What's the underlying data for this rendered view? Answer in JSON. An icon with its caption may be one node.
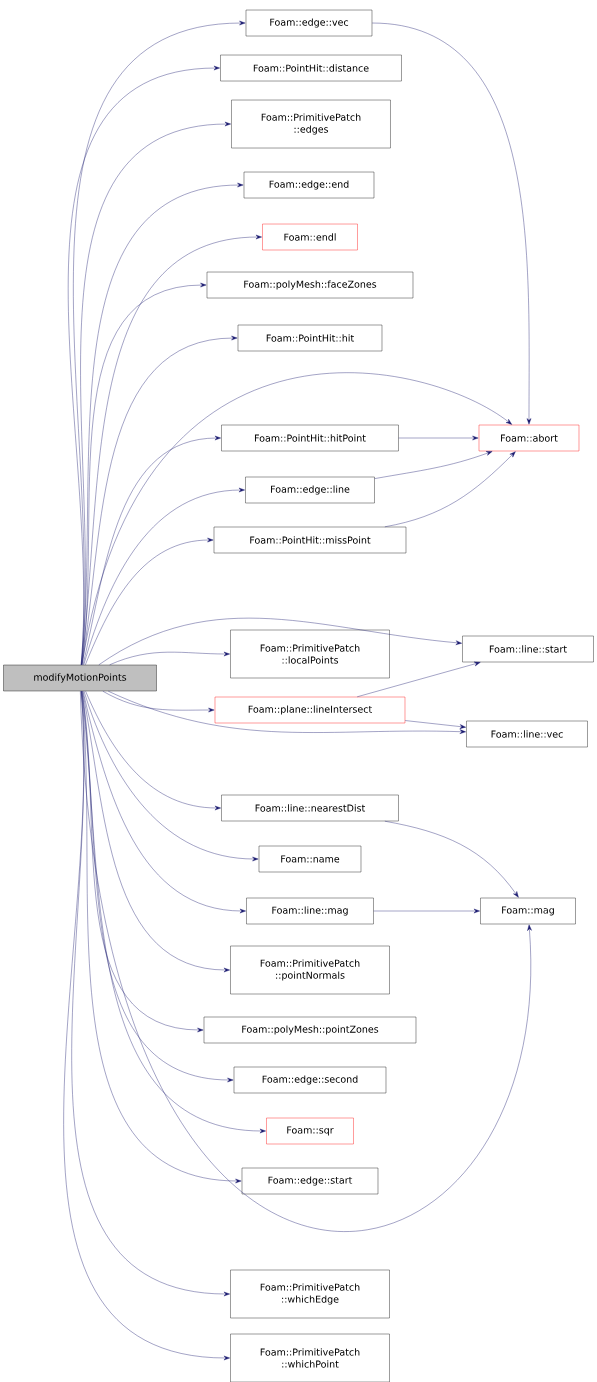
{
  "diagram": {
    "nodes": [
      {
        "text": [
          "modifyMotionPoints"
        ]
      },
      {
        "text": [
          "Foam::edge::vec"
        ]
      },
      {
        "text": [
          "Foam::PointHit::distance"
        ]
      },
      {
        "text": [
          "Foam::PrimitivePatch ::edges"
        ]
      },
      {
        "text": [
          "Foam::edge::end"
        ]
      },
      {
        "text": [
          "Foam::endl"
        ]
      },
      {
        "text": [
          "Foam::polyMesh::faceZones"
        ]
      },
      {
        "text": [
          "Foam::PointHit::hit"
        ]
      },
      {
        "text": [
          "Foam::PointHit::hitPoint"
        ]
      },
      {
        "text": [
          "Foam::abort"
        ]
      },
      {
        "text": [
          "Foam::edge::line"
        ]
      },
      {
        "text": [
          "Foam::PointHit::missPoint"
        ]
      },
      {
        "text": [
          "Foam::PrimitivePatch ::localPoints"
        ]
      },
      {
        "text": [
          "Foam::line::start"
        ]
      },
      {
        "text": [
          "Foam::plane::lineIntersect"
        ]
      },
      {
        "text": [
          "Foam::line::vec"
        ]
      },
      {
        "text": [
          "Foam::line::nearestDist"
        ]
      },
      {
        "text": [
          "Foam::name"
        ]
      },
      {
        "text": [
          "Foam::line::mag"
        ]
      },
      {
        "text": [
          "Foam::mag"
        ]
      },
      {
        "text": [
          "Foam::PrimitivePatch ::pointNormals"
        ]
      },
      {
        "text": [
          "Foam::polyMesh::pointZones"
        ]
      },
      {
        "text": [
          "Foam::edge::second"
        ]
      },
      {
        "text": [
          "Foam::sqr"
        ]
      },
      {
        "text": [
          "Foam::edge::start"
        ]
      },
      {
        "text": [
          "Foam::PrimitivePatch ::whichEdge"
        ]
      },
      {
        "text": [
          "Foam::PrimitivePatch ::whichPoint"
        ]
      }
    ],
    "edges": [
      {
        "from": 0,
        "to": 1,
        "arrow": "to"
      },
      {
        "from": 0,
        "to": 2,
        "arrow": "to"
      },
      {
        "from": 0,
        "to": 3,
        "arrow": "to"
      },
      {
        "from": 0,
        "to": 4,
        "arrow": "to"
      },
      {
        "from": 0,
        "to": 5,
        "arrow": "to"
      },
      {
        "from": 0,
        "to": 6,
        "arrow": "to"
      },
      {
        "from": 0,
        "to": 7,
        "arrow": "to"
      },
      {
        "from": 0,
        "to": 9,
        "arrow": "to"
      },
      {
        "from": 0,
        "to": 8,
        "arrow": "to"
      },
      {
        "from": 0,
        "to": 10,
        "arrow": "to"
      },
      {
        "from": 0,
        "to": 11,
        "arrow": "to"
      },
      {
        "from": 0,
        "to": 13,
        "arrow": "to"
      },
      {
        "from": 0,
        "to": 12,
        "arrow": "to"
      },
      {
        "from": 0,
        "to": 14,
        "arrow": "to"
      },
      {
        "from": 0,
        "to": 15,
        "arrow": "to"
      },
      {
        "from": 0,
        "to": 16,
        "arrow": "to"
      },
      {
        "from": 0,
        "to": 17,
        "arrow": "to"
      },
      {
        "from": 0,
        "to": 18,
        "arrow": "to"
      },
      {
        "from": 0,
        "to": 19,
        "arrow": "to"
      },
      {
        "from": 0,
        "to": 20,
        "arrow": "to"
      },
      {
        "from": 0,
        "to": 21,
        "arrow": "to"
      },
      {
        "from": 0,
        "to": 22,
        "arrow": "to"
      },
      {
        "from": 0,
        "to": 23,
        "arrow": "to"
      },
      {
        "from": 0,
        "to": 24,
        "arrow": "to"
      },
      {
        "from": 0,
        "to": 25,
        "arrow": "to"
      },
      {
        "from": 0,
        "to": 26,
        "arrow": "to"
      },
      {
        "from": 1,
        "to": 9,
        "arrow": "to"
      },
      {
        "from": 8,
        "to": 9,
        "arrow": "to"
      },
      {
        "from": 10,
        "to": 9,
        "arrow": "to"
      },
      {
        "from": 11,
        "to": 9,
        "arrow": "to"
      },
      {
        "from": 14,
        "to": 13,
        "arrow": "to"
      },
      {
        "from": 14,
        "to": 15,
        "arrow": "to"
      },
      {
        "from": 16,
        "to": 19,
        "arrow": "to"
      },
      {
        "from": 18,
        "to": 19,
        "arrow": "to"
      }
    ]
  }
}
